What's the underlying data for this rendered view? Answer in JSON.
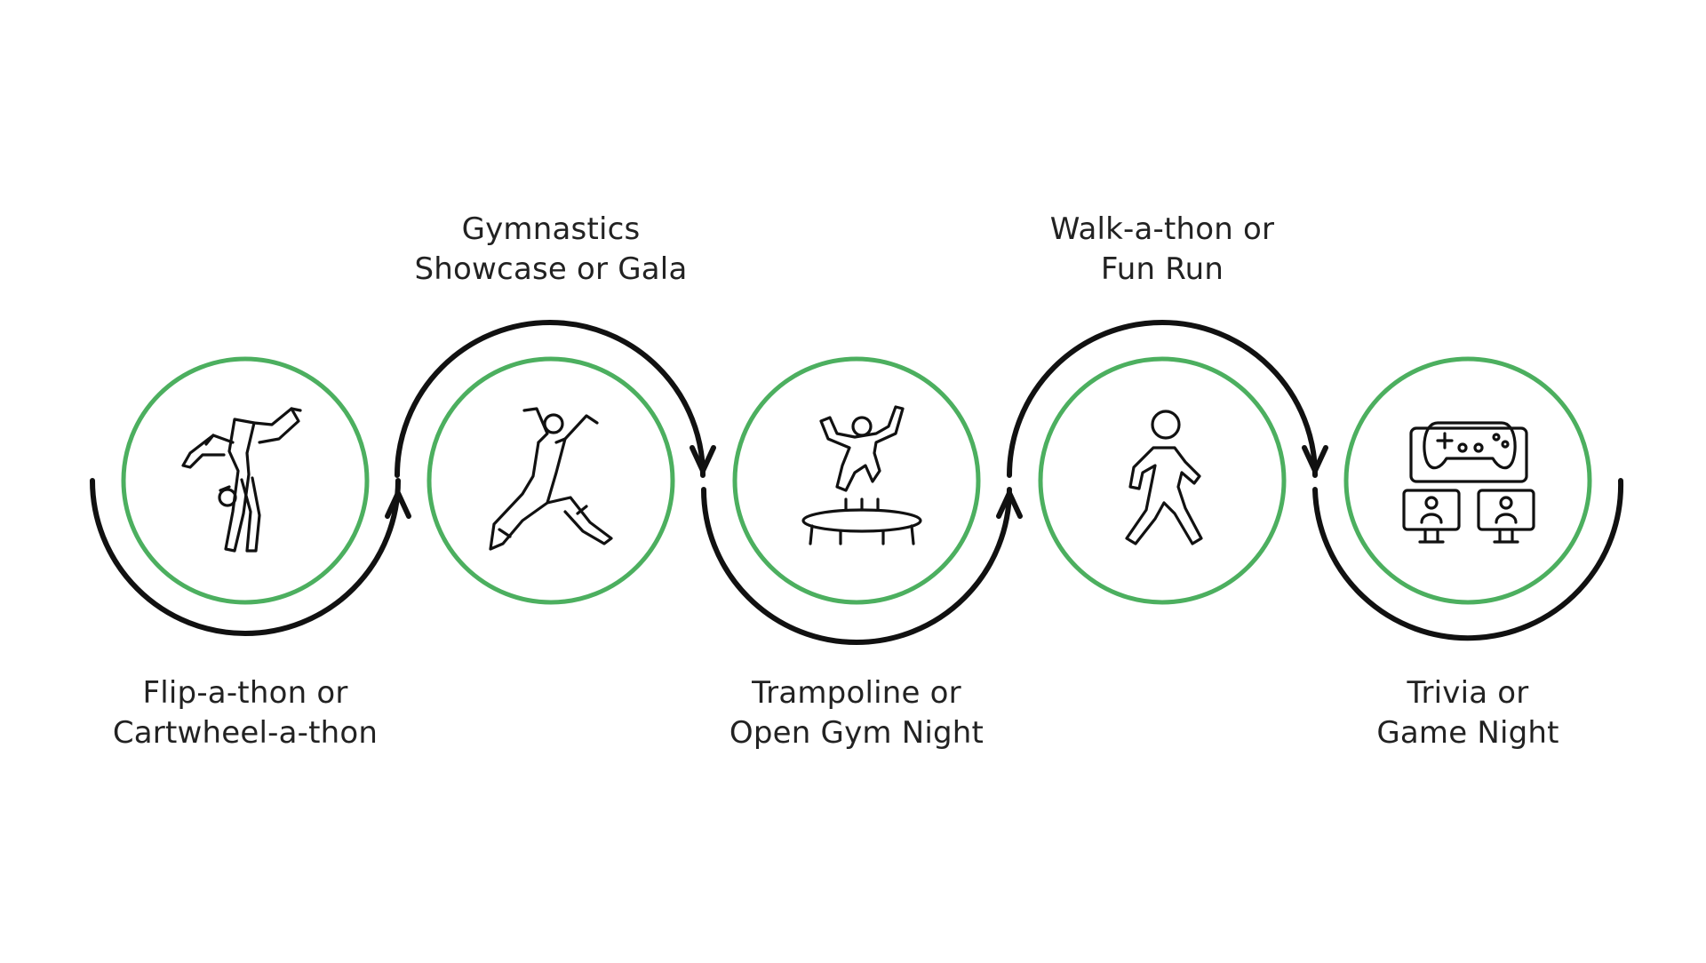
{
  "steps": [
    {
      "line1": "Flip-a-thon or",
      "line2": "Cartwheel-a-thon",
      "icon": "cartwheel-icon",
      "label_position": "bottom"
    },
    {
      "line1": "Gymnastics",
      "line2": "Showcase or Gala",
      "icon": "gymnast-leap-icon",
      "label_position": "top"
    },
    {
      "line1": "Trampoline or",
      "line2": "Open Gym Night",
      "icon": "trampoline-icon",
      "label_position": "bottom"
    },
    {
      "line1": "Walk-a-thon or",
      "line2": "Fun Run",
      "icon": "walking-person-icon",
      "label_position": "top"
    },
    {
      "line1": "Trivia or",
      "line2": "Game Night",
      "icon": "game-night-icon",
      "label_position": "bottom"
    }
  ],
  "colors": {
    "circle_stroke": "#4CAF5F",
    "connector_stroke": "#111111",
    "text": "#222222",
    "background": "#ffffff"
  }
}
